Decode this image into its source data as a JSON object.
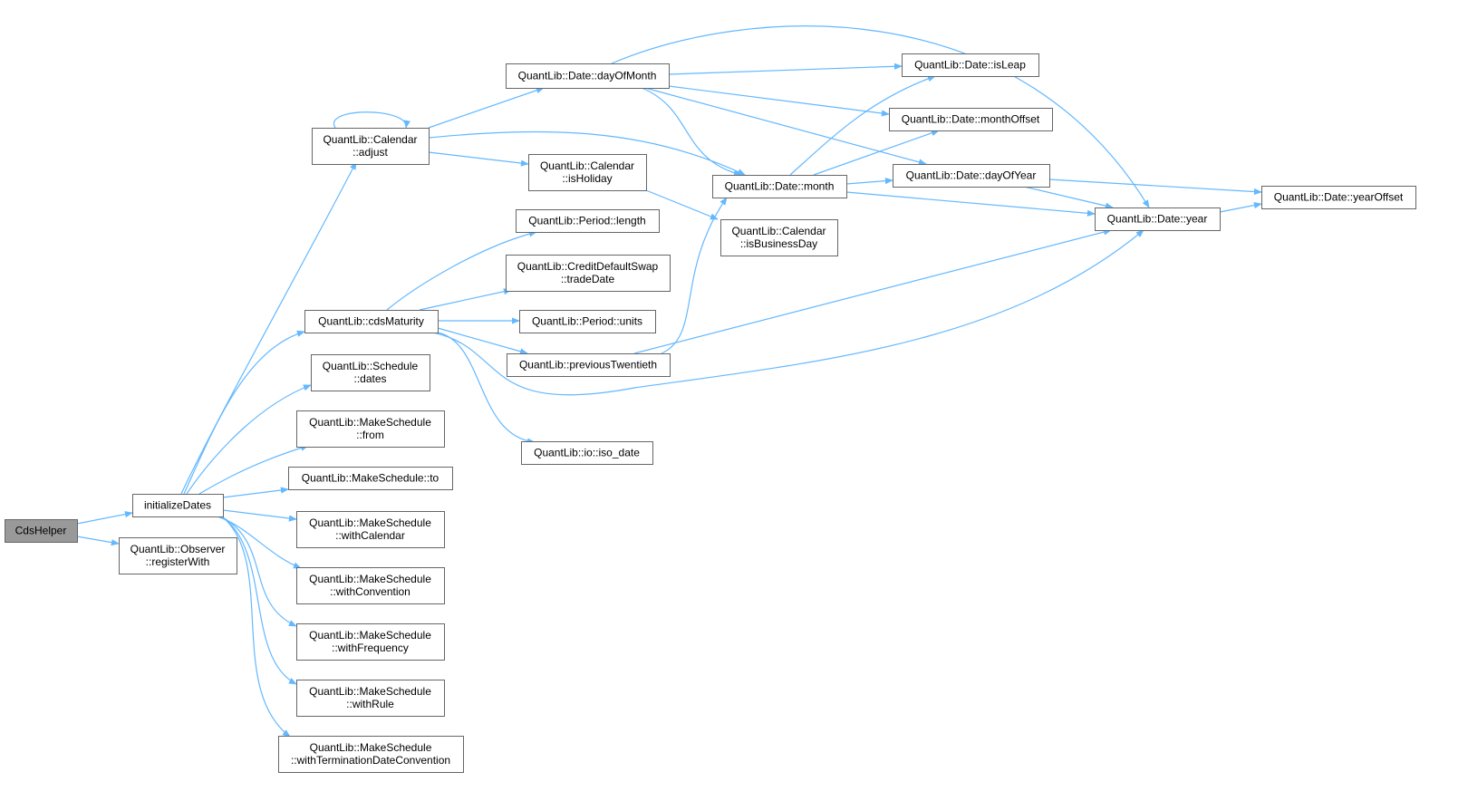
{
  "graph": {
    "nodes": {
      "cdsHelper": {
        "lines": [
          "CdsHelper"
        ]
      },
      "initializeDates": {
        "lines": [
          "initializeDates"
        ]
      },
      "registerWith": {
        "lines": [
          "QuantLib::Observer",
          "::registerWith"
        ]
      },
      "adjust": {
        "lines": [
          "QuantLib::Calendar",
          "::adjust"
        ]
      },
      "cdsMaturity": {
        "lines": [
          "QuantLib::cdsMaturity"
        ]
      },
      "scheduleDates": {
        "lines": [
          "QuantLib::Schedule",
          "::dates"
        ]
      },
      "msFrom": {
        "lines": [
          "QuantLib::MakeSchedule",
          "::from"
        ]
      },
      "msTo": {
        "lines": [
          "QuantLib::MakeSchedule::to"
        ]
      },
      "msWithCalendar": {
        "lines": [
          "QuantLib::MakeSchedule",
          "::withCalendar"
        ]
      },
      "msWithConvention": {
        "lines": [
          "QuantLib::MakeSchedule",
          "::withConvention"
        ]
      },
      "msWithFrequency": {
        "lines": [
          "QuantLib::MakeSchedule",
          "::withFrequency"
        ]
      },
      "msWithRule": {
        "lines": [
          "QuantLib::MakeSchedule",
          "::withRule"
        ]
      },
      "msWithTermination": {
        "lines": [
          "QuantLib::MakeSchedule",
          "::withTerminationDateConvention"
        ]
      },
      "dayOfMonth": {
        "lines": [
          "QuantLib::Date::dayOfMonth"
        ]
      },
      "isHoliday": {
        "lines": [
          "QuantLib::Calendar",
          "::isHoliday"
        ]
      },
      "periodLength": {
        "lines": [
          "QuantLib::Period::length"
        ]
      },
      "tradeDate": {
        "lines": [
          "QuantLib::CreditDefaultSwap",
          "::tradeDate"
        ]
      },
      "periodUnits": {
        "lines": [
          "QuantLib::Period::units"
        ]
      },
      "previousTwentieth": {
        "lines": [
          "QuantLib::previousTwentieth"
        ]
      },
      "isoDate": {
        "lines": [
          "QuantLib::io::iso_date"
        ]
      },
      "month": {
        "lines": [
          "QuantLib::Date::month"
        ]
      },
      "isBusinessDay": {
        "lines": [
          "QuantLib::Calendar",
          "::isBusinessDay"
        ]
      },
      "isLeap": {
        "lines": [
          "QuantLib::Date::isLeap"
        ]
      },
      "monthOffset": {
        "lines": [
          "QuantLib::Date::monthOffset"
        ]
      },
      "dayOfYear": {
        "lines": [
          "QuantLib::Date::dayOfYear"
        ]
      },
      "year": {
        "lines": [
          "QuantLib::Date::year"
        ]
      },
      "yearOffset": {
        "lines": [
          "QuantLib::Date::yearOffset"
        ]
      }
    },
    "edges": [
      [
        "cdsHelper",
        "initializeDates"
      ],
      [
        "cdsHelper",
        "registerWith"
      ],
      [
        "initializeDates",
        "adjust"
      ],
      [
        "initializeDates",
        "cdsMaturity"
      ],
      [
        "initializeDates",
        "scheduleDates"
      ],
      [
        "initializeDates",
        "msFrom"
      ],
      [
        "initializeDates",
        "msTo"
      ],
      [
        "initializeDates",
        "msWithCalendar"
      ],
      [
        "initializeDates",
        "msWithConvention"
      ],
      [
        "initializeDates",
        "msWithFrequency"
      ],
      [
        "initializeDates",
        "msWithRule"
      ],
      [
        "initializeDates",
        "msWithTermination"
      ],
      [
        "adjust",
        "adjust"
      ],
      [
        "adjust",
        "dayOfMonth"
      ],
      [
        "adjust",
        "isHoliday"
      ],
      [
        "adjust",
        "month"
      ],
      [
        "cdsMaturity",
        "periodLength"
      ],
      [
        "cdsMaturity",
        "tradeDate"
      ],
      [
        "cdsMaturity",
        "periodUnits"
      ],
      [
        "cdsMaturity",
        "previousTwentieth"
      ],
      [
        "cdsMaturity",
        "isoDate"
      ],
      [
        "cdsMaturity",
        "year"
      ],
      [
        "previousTwentieth",
        "month"
      ],
      [
        "previousTwentieth",
        "year"
      ],
      [
        "dayOfMonth",
        "isLeap"
      ],
      [
        "dayOfMonth",
        "monthOffset"
      ],
      [
        "dayOfMonth",
        "dayOfYear"
      ],
      [
        "dayOfMonth",
        "month"
      ],
      [
        "dayOfMonth",
        "year"
      ],
      [
        "month",
        "isLeap"
      ],
      [
        "month",
        "monthOffset"
      ],
      [
        "month",
        "dayOfYear"
      ],
      [
        "month",
        "year"
      ],
      [
        "isHoliday",
        "isBusinessDay"
      ],
      [
        "dayOfYear",
        "year"
      ],
      [
        "dayOfYear",
        "yearOffset"
      ],
      [
        "year",
        "yearOffset"
      ]
    ],
    "colors": {
      "edge": "#63b8ff",
      "root_fill": "#999999",
      "border": "#666666"
    }
  }
}
